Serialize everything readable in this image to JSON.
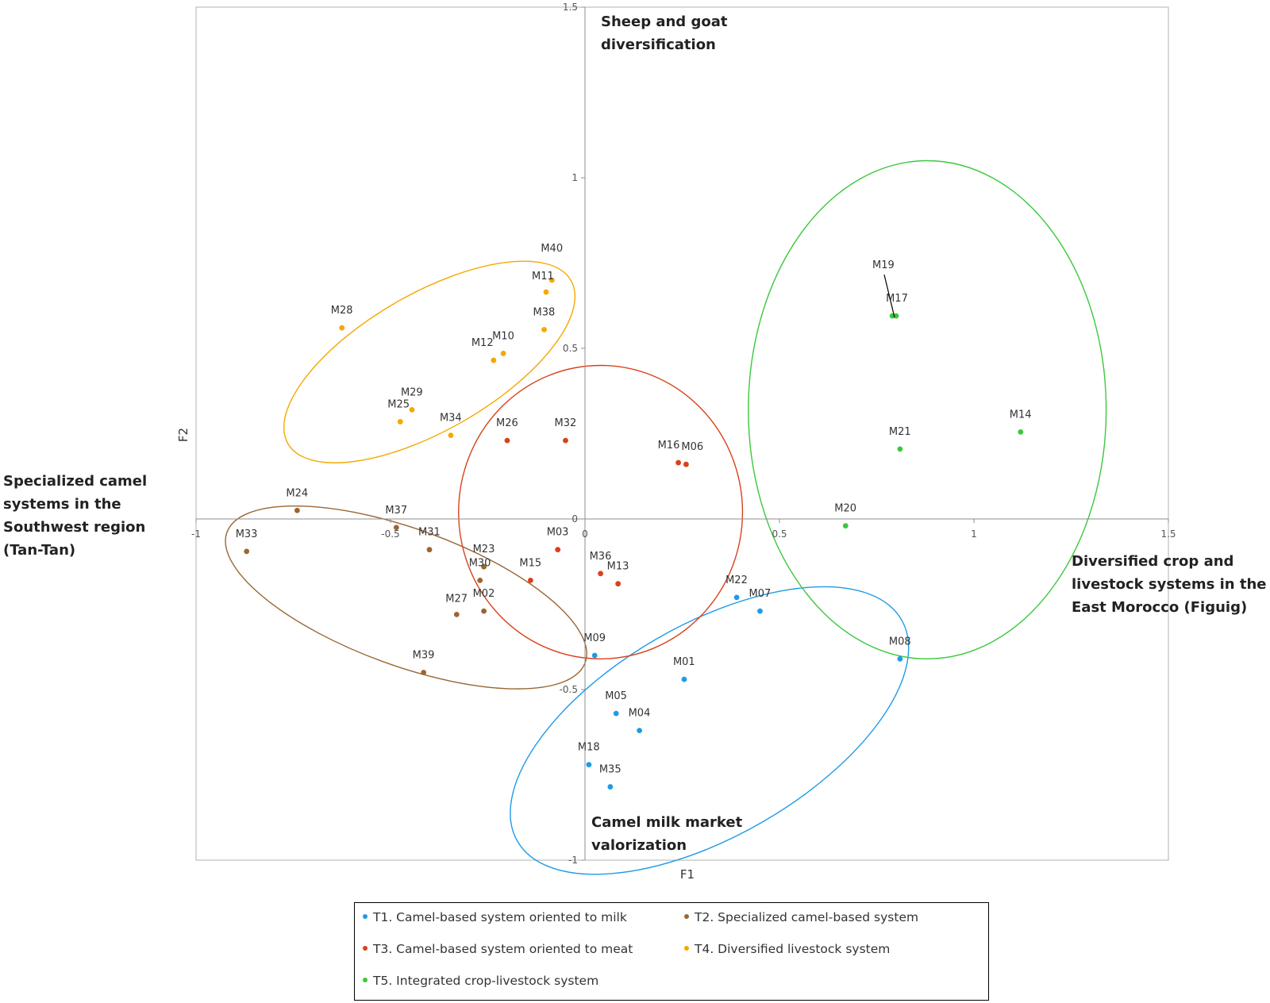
{
  "chart_data": {
    "type": "scatter",
    "xlabel": "F1",
    "ylabel": "F2",
    "xlim": [
      -1,
      1.5
    ],
    "ylim": [
      -1,
      1.5
    ],
    "xticks": [
      -1,
      -0.5,
      0,
      0.5,
      1,
      1.5
    ],
    "yticks": [
      -1,
      -0.5,
      0,
      0.5,
      1,
      1.5
    ],
    "xtick_labels": [
      "-1",
      "-0.5",
      "0",
      "0.5",
      "1",
      "1.5"
    ],
    "ytick_labels": [
      "-1",
      "-0.5",
      "0",
      "0.5",
      "1",
      "1.5"
    ],
    "grid": false,
    "legend_position": "bottom",
    "series": [
      {
        "name": "T1. Camel-based system oriented to milk",
        "color": "#1e9be8",
        "points": [
          {
            "label": "M01",
            "x": 0.255,
            "y": -0.47
          },
          {
            "label": "M04",
            "x": 0.14,
            "y": -0.62
          },
          {
            "label": "M05",
            "x": 0.08,
            "y": -0.57
          },
          {
            "label": "M07",
            "x": 0.45,
            "y": -0.27
          },
          {
            "label": "M08",
            "x": 0.81,
            "y": -0.41
          },
          {
            "label": "M09",
            "x": 0.025,
            "y": -0.4
          },
          {
            "label": "M18",
            "x": 0.01,
            "y": -0.72
          },
          {
            "label": "M22",
            "x": 0.39,
            "y": -0.23
          },
          {
            "label": "M35",
            "x": 0.065,
            "y": -0.785
          }
        ]
      },
      {
        "name": "T2. Specialized camel-based system",
        "color": "#9a6633",
        "points": [
          {
            "label": "M02",
            "x": -0.26,
            "y": -0.27
          },
          {
            "label": "M23",
            "x": -0.26,
            "y": -0.14
          },
          {
            "label": "M24",
            "x": -0.74,
            "y": 0.025
          },
          {
            "label": "M27",
            "x": -0.33,
            "y": -0.28
          },
          {
            "label": "M30",
            "x": -0.27,
            "y": -0.18
          },
          {
            "label": "M31",
            "x": -0.4,
            "y": -0.09
          },
          {
            "label": "M33",
            "x": -0.87,
            "y": -0.095
          },
          {
            "label": "M37",
            "x": -0.485,
            "y": -0.025
          },
          {
            "label": "M39",
            "x": -0.415,
            "y": -0.45
          }
        ]
      },
      {
        "name": "T3. Camel-based system oriented to meat",
        "color": "#d8421a",
        "points": [
          {
            "label": "M03",
            "x": -0.07,
            "y": -0.09
          },
          {
            "label": "M06",
            "x": 0.26,
            "y": 0.16
          },
          {
            "label": "M13",
            "x": 0.085,
            "y": -0.19
          },
          {
            "label": "M15",
            "x": -0.14,
            "y": -0.18
          },
          {
            "label": "M16",
            "x": 0.24,
            "y": 0.165
          },
          {
            "label": "M26",
            "x": -0.2,
            "y": 0.23
          },
          {
            "label": "M32",
            "x": -0.05,
            "y": 0.23
          },
          {
            "label": "M36",
            "x": 0.04,
            "y": -0.16
          }
        ]
      },
      {
        "name": "T4. Diversified livestock system",
        "color": "#f5a800",
        "points": [
          {
            "label": "M10",
            "x": -0.21,
            "y": 0.485
          },
          {
            "label": "M11",
            "x": -0.1,
            "y": 0.665
          },
          {
            "label": "M12",
            "x": -0.235,
            "y": 0.465
          },
          {
            "label": "M25",
            "x": -0.475,
            "y": 0.285
          },
          {
            "label": "M28",
            "x": -0.625,
            "y": 0.56
          },
          {
            "label": "M29",
            "x": -0.445,
            "y": 0.32
          },
          {
            "label": "M34",
            "x": -0.345,
            "y": 0.245
          },
          {
            "label": "M38",
            "x": -0.105,
            "y": 0.555
          },
          {
            "label": "M40",
            "x": -0.085,
            "y": 0.7
          }
        ]
      },
      {
        "name": "T5. Integrated crop-livestock system",
        "color": "#3cc83c",
        "points": [
          {
            "label": "M14",
            "x": 1.12,
            "y": 0.255
          },
          {
            "label": "M17",
            "x": 0.79,
            "y": 0.595
          },
          {
            "label": "M19",
            "x": 0.8,
            "y": 0.595
          },
          {
            "label": "M20",
            "x": 0.67,
            "y": -0.02
          },
          {
            "label": "M21",
            "x": 0.81,
            "y": 0.205
          }
        ]
      }
    ],
    "ellipses": [
      {
        "series": "T1. Camel-based system oriented to milk",
        "cx": 0.32,
        "cy": -0.62,
        "rx": 0.57,
        "ry": 0.31,
        "angle_deg": 30
      },
      {
        "series": "T2. Specialized camel-based system",
        "cx": -0.46,
        "cy": -0.23,
        "rx": 0.49,
        "ry": 0.2,
        "angle_deg": -20
      },
      {
        "series": "T3. Camel-based system oriented to meat",
        "cx": 0.04,
        "cy": 0.02,
        "rx": 0.365,
        "ry": 0.43,
        "angle_deg": 0
      },
      {
        "series": "T4. Diversified livestock system",
        "cx": -0.4,
        "cy": 0.46,
        "rx": 0.42,
        "ry": 0.2,
        "angle_deg": 30
      },
      {
        "series": "T5. Integrated crop-livestock system",
        "cx": 0.88,
        "cy": 0.32,
        "rx": 0.46,
        "ry": 0.73,
        "angle_deg": 0
      }
    ],
    "annotations": [
      {
        "text": "Sheep and goat diversification",
        "position": "top"
      },
      {
        "text": "Camel milk market valorization",
        "position": "bottom"
      },
      {
        "text": "Specialized camel systems in the Southwest region (Tan-Tan)",
        "position": "left"
      },
      {
        "text": "Diversified crop and livestock systems in the East Morocco (Figuig)",
        "position": "right"
      }
    ]
  },
  "regions": {
    "top": "Sheep and goat\ndiversification",
    "bottom": "Camel milk market\nvalorization",
    "left": "Specialized camel\nsystems in the\nSouthwest region\n(Tan-Tan)",
    "right": "Diversified crop and\nlivestock systems in the\nEast Morocco (Figuig)"
  },
  "legend": [
    "T1. Camel-based system oriented to milk",
    "T2. Specialized camel-based system",
    "T3. Camel-based system oriented to meat",
    "T4. Diversified livestock system",
    "T5. Integrated crop-livestock system"
  ]
}
